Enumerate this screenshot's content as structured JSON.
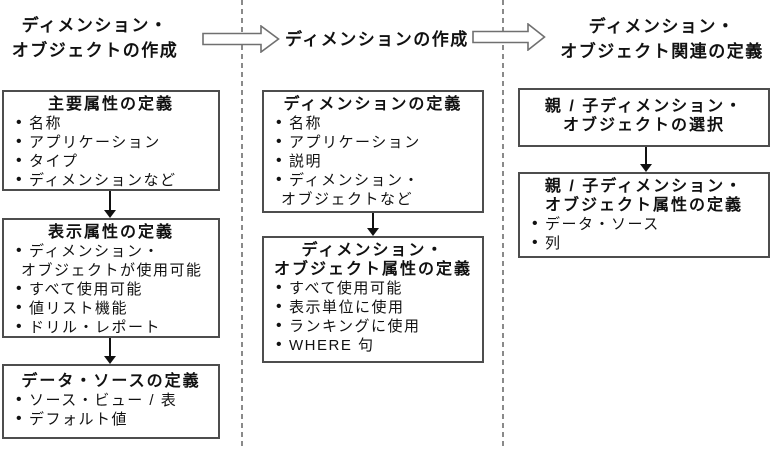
{
  "diagram": {
    "columns": [
      {
        "header_lines": [
          "ディメンション・",
          "オブジェクトの作成"
        ],
        "boxes": [
          {
            "title_lines": [
              "主要属性の定義"
            ],
            "bullets": [
              [
                "名称"
              ],
              [
                "アプリケーション"
              ],
              [
                "タイプ"
              ],
              [
                "ディメンションなど"
              ]
            ]
          },
          {
            "title_lines": [
              "表示属性の定義"
            ],
            "bullets": [
              [
                "ディメンション・",
                "オブジェクトが使用可能"
              ],
              [
                "すべて使用可能"
              ],
              [
                "値リスト機能"
              ],
              [
                "ドリル・レポート"
              ]
            ]
          },
          {
            "title_lines": [
              "データ・ソースの定義"
            ],
            "bullets": [
              [
                "ソース・ビュー / 表"
              ],
              [
                "デフォルト値"
              ]
            ]
          }
        ]
      },
      {
        "header_lines": [
          "ディメンションの作成"
        ],
        "boxes": [
          {
            "title_lines": [
              "ディメンションの定義"
            ],
            "bullets": [
              [
                "名称"
              ],
              [
                "アプリケーション"
              ],
              [
                "説明"
              ],
              [
                "ディメンション・",
                "オブジェクトなど"
              ]
            ]
          },
          {
            "title_lines": [
              "ディメンション・",
              "オブジェクト属性の定義"
            ],
            "bullets": [
              [
                "すべて使用可能"
              ],
              [
                "表示単位に使用"
              ],
              [
                "ランキングに使用"
              ],
              [
                "WHERE 句"
              ]
            ]
          }
        ]
      },
      {
        "header_lines": [
          "ディメンション・",
          "オブジェクト関連の定義"
        ],
        "boxes": [
          {
            "title_lines": [
              "親 / 子ディメンション・",
              "オブジェクトの選択"
            ],
            "bullets": []
          },
          {
            "title_lines": [
              "親 / 子ディメンション・",
              "オブジェクト属性の定義"
            ],
            "bullets": [
              [
                "データ・ソース"
              ],
              [
                "列"
              ]
            ]
          }
        ]
      }
    ],
    "colors": {
      "background": "#ffffff",
      "text": "#111111",
      "box_border": "#4d4d4d",
      "dashed_separator": "#8a8a8a",
      "flow_arrow_outline": "#707070",
      "connector_arrow": "#111111"
    }
  }
}
